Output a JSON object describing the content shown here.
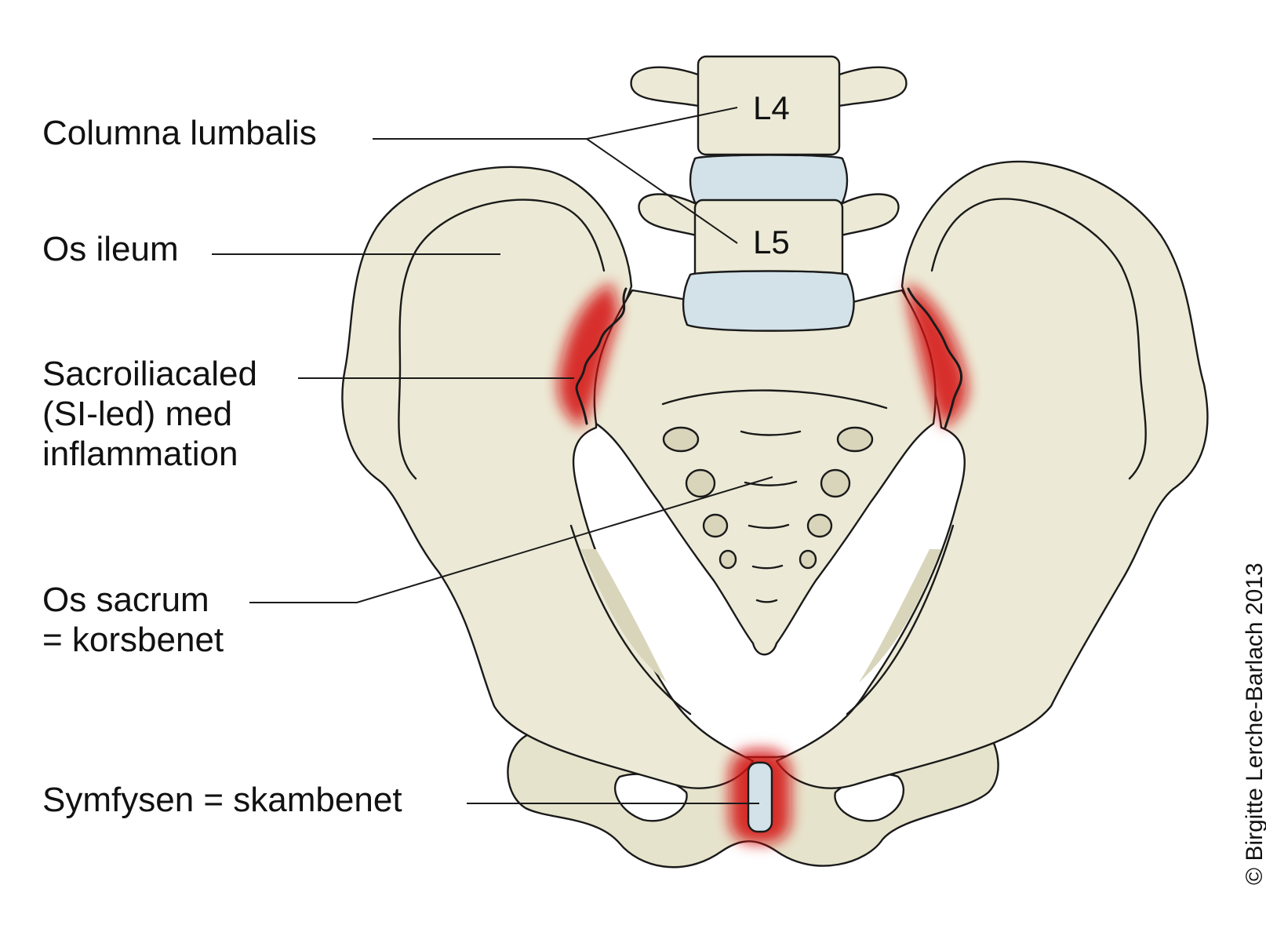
{
  "labels": {
    "columna": "Columna lumbalis",
    "ileum": "Os ileum",
    "si_line1": "Sacroiliacaled",
    "si_line2": "(SI-led) med",
    "si_line3": "inflammation",
    "sacrum_line1": "Os sacrum",
    "sacrum_line2": "= korsbenet",
    "symfysen": "Symfysen = skambenet"
  },
  "vertebrae": {
    "upper": "L4",
    "lower": "L5"
  },
  "copyright": "© Birgitte Lerche-Barlach 2013",
  "colors": {
    "bone": "#ecead6",
    "bone_shade": "#d9d5bb",
    "disc": "#d3e1e9",
    "inflammation": "#d40d0d",
    "outline": "#1a1a1a"
  }
}
